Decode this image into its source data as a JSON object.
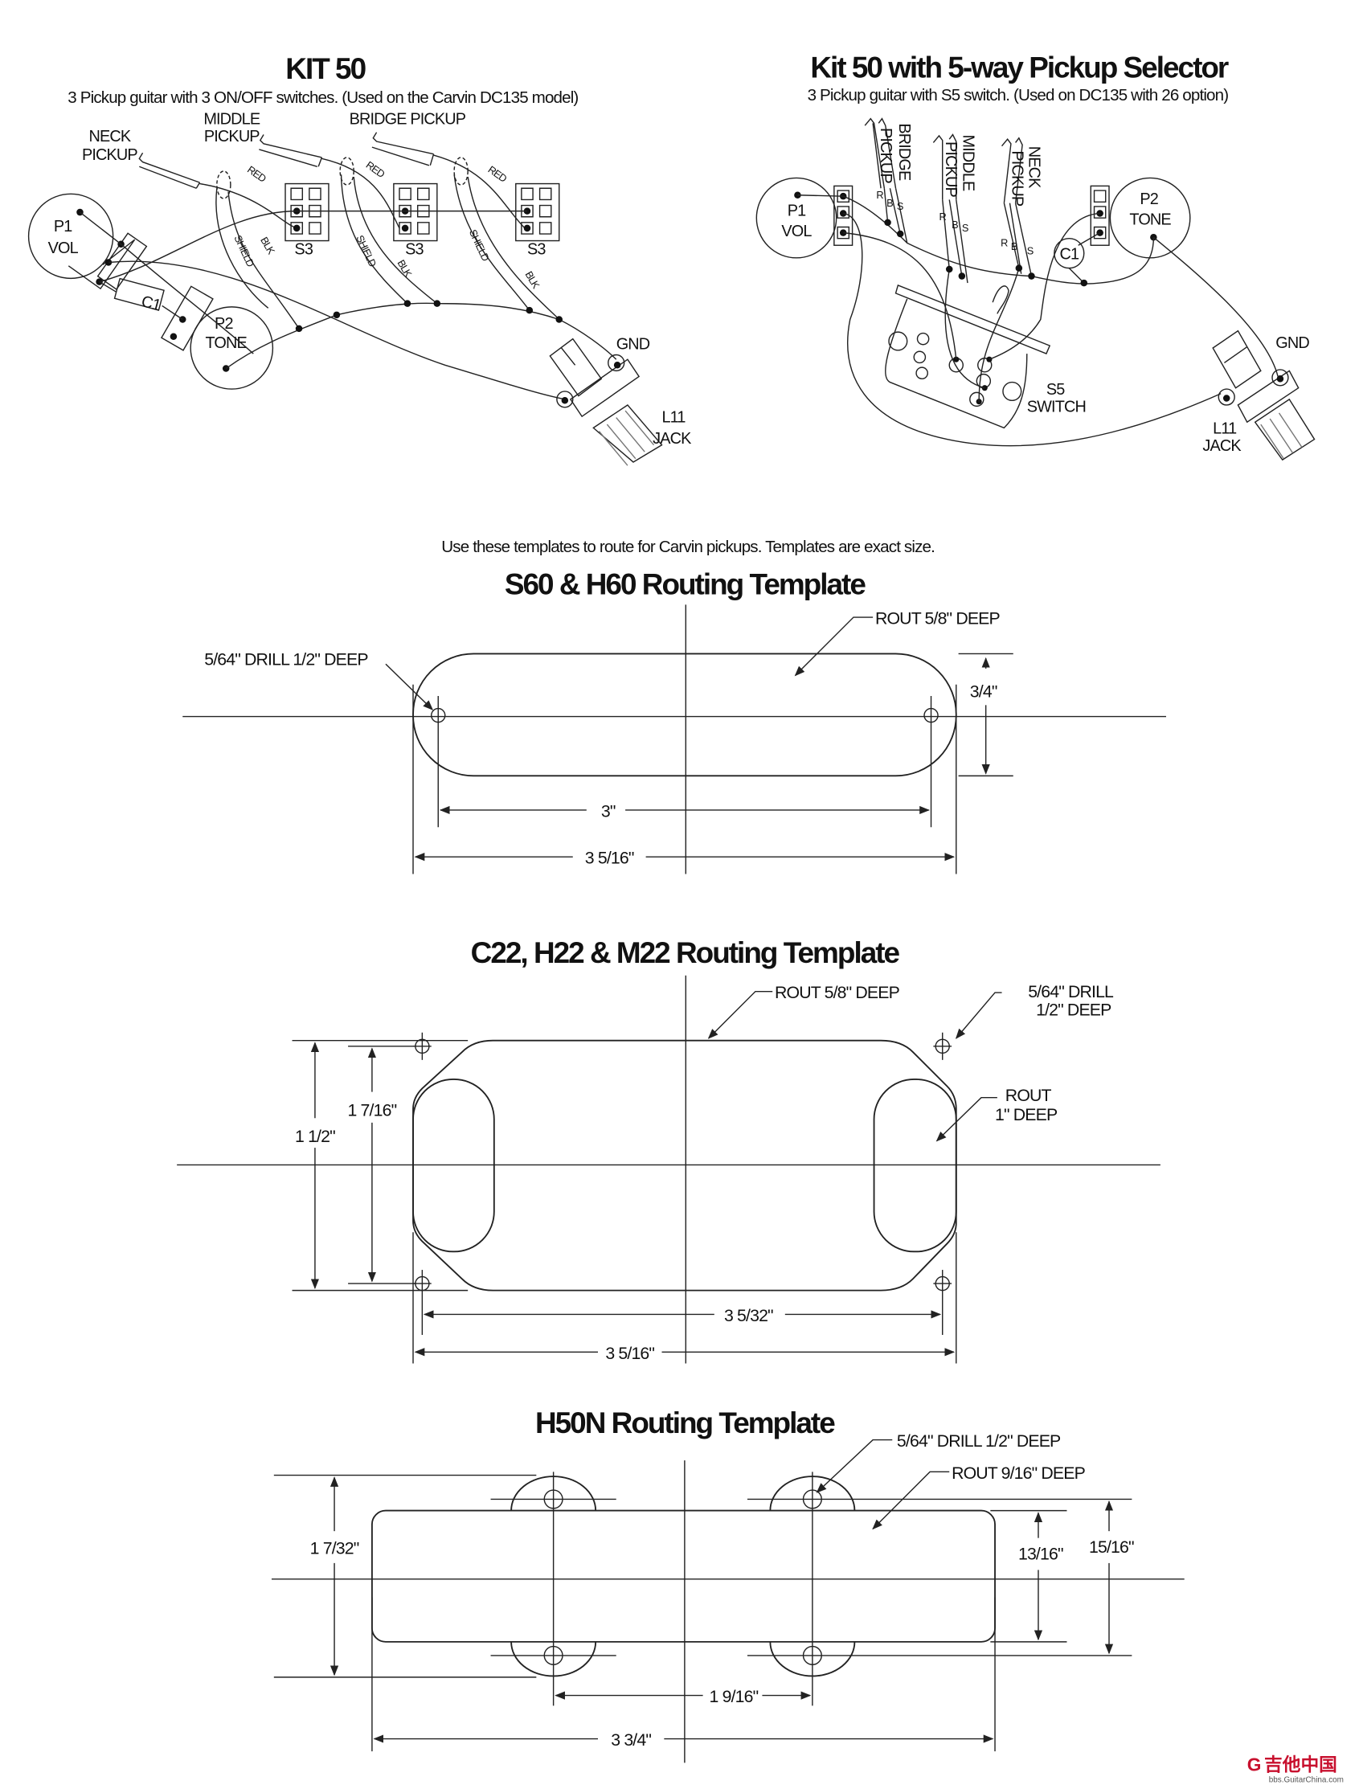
{
  "kit50": {
    "title": "KIT 50",
    "subtitle": "3 Pickup guitar with 3 ON/OFF switches.  (Used on the Carvin DC135 model)",
    "neck_pickup": [
      "NECK",
      "PICKUP"
    ],
    "middle_pickup": [
      "MIDDLE",
      "PICKUP"
    ],
    "bridge_pickup": "BRIDGE PICKUP",
    "wire_red": "RED",
    "wire_shield": "SHIELD",
    "wire_blk": "BLK",
    "switch": "S3",
    "p1": [
      "P1",
      "VOL"
    ],
    "p2": [
      "P2",
      "TONE"
    ],
    "c1": "C1",
    "gnd": "GND",
    "jack": [
      "L11",
      "JACK"
    ]
  },
  "kit50_5way": {
    "title": "Kit 50 with 5-way Pickup Selector",
    "subtitle": "3 Pickup guitar with S5 switch.  (Used on DC135 with 26 option)",
    "bridge_pickup": [
      "BRIDGE",
      "PICKUP"
    ],
    "middle_pickup": [
      "MIDDLE",
      "PICKUP"
    ],
    "neck_pickup": [
      "NECK",
      "PICKUP"
    ],
    "wire_r": "R",
    "wire_b": "B",
    "wire_s": "S",
    "p1": [
      "P1",
      "VOL"
    ],
    "p2": [
      "P2",
      "TONE"
    ],
    "c1": "C1",
    "switch": [
      "S5",
      "SWITCH"
    ],
    "gnd": "GND",
    "jack": [
      "L11",
      "JACK"
    ]
  },
  "instruction": "Use these templates to route for Carvin pickups.  Templates are exact size.",
  "s60": {
    "title": "S60 & H60 Routing Template",
    "rout": "ROUT 5/8\" DEEP",
    "drill": "5/64\" DRILL 1/2\" DEEP",
    "height": "3/4\"",
    "hole_spacing": "3\"",
    "length": "3 5/16\""
  },
  "c22": {
    "title": "C22, H22 & M22 Routing Template",
    "rout": "ROUT 5/8\" DEEP",
    "drill": [
      "5/64\" DRILL",
      "1/2\" DEEP"
    ],
    "rout_deep": [
      "ROUT",
      "1\" DEEP"
    ],
    "height_inner": "1 7/16\"",
    "height_outer": "1 1/2\"",
    "hole_spacing": "3 5/32\"",
    "length": "3 5/16\""
  },
  "h50n": {
    "title": "H50N Routing Template",
    "drill": "5/64\" DRILL 1/2\" DEEP",
    "rout": "ROUT 9/16\" DEEP",
    "height_holes": "1 7/32\"",
    "height_body": "13/16\"",
    "height_tabs": "15/16\"",
    "hole_spacing": "1 9/16\"",
    "length": "3 3/4\""
  },
  "watermark": {
    "text": "吉他中国",
    "url": "bbs.GuitarChina.com",
    "color": "#c8102e"
  }
}
